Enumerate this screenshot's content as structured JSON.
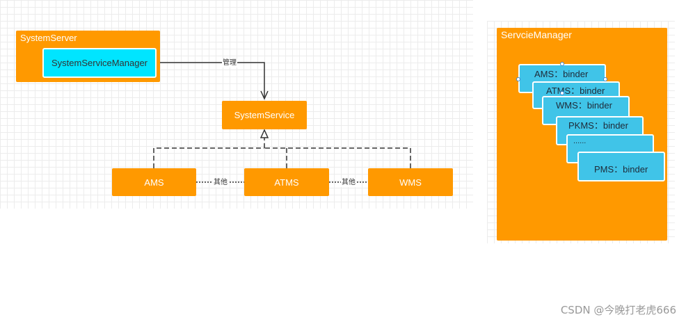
{
  "system_server": {
    "title": "SystemServer",
    "manager": "SystemServiceManager"
  },
  "system_service": {
    "label": "SystemService"
  },
  "edges": {
    "manage_label": "管理",
    "other_label_1": "其他",
    "other_label_2": "其他"
  },
  "services": [
    "AMS",
    "ATMS",
    "WMS"
  ],
  "servcie_manager": {
    "title": "ServcieManager",
    "cards": [
      "AMS：binder",
      "ATMS：binder",
      "WMS：binder",
      "PKMS：binder",
      "......",
      "PMS：binder"
    ]
  },
  "watermark": "CSDN @今晚打老虎666",
  "colors": {
    "orange": "#ff9900",
    "cyan": "#00e5ff",
    "card_blue": "#40c4e8"
  }
}
